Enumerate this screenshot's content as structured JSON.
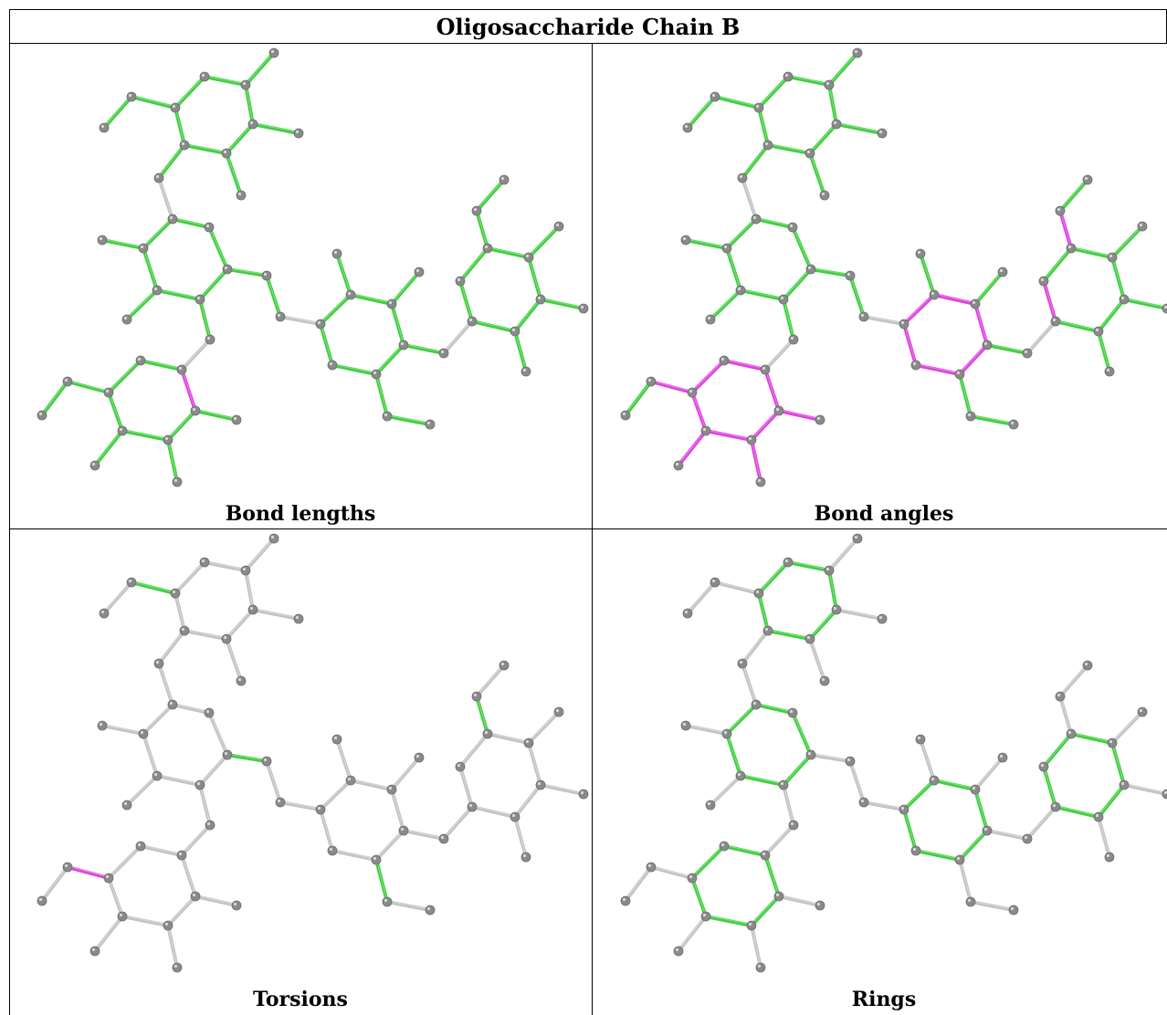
{
  "title": "Oligosaccharide Chain B",
  "panels": [
    {
      "caption": "Bond lengths",
      "highlights": {
        "green": "most",
        "magenta": [
          "b26"
        ]
      }
    },
    {
      "caption": "Bond angles",
      "highlights": {
        "green": "most",
        "magenta": [
          "ringC",
          "ringD",
          "b20",
          "b21"
        ]
      }
    },
    {
      "caption": "Torsions",
      "highlights": {
        "green": [
          "b3",
          "b15",
          "b20",
          "b38"
        ],
        "magenta": [
          "b30"
        ]
      }
    },
    {
      "caption": "Rings",
      "highlights": {
        "green": [
          "ringA",
          "ringB",
          "ringC",
          "ringD",
          "ringE"
        ],
        "magenta": []
      }
    }
  ],
  "colors": {
    "green": "#3fcf3f",
    "magenta": "#e040e0",
    "gray": "#c4c4c4",
    "atom": "#8a8a8a"
  }
}
